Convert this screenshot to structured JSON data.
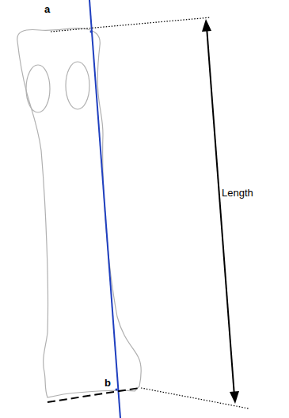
{
  "diagram": {
    "labels": [
      "a",
      "b",
      "Length"
    ]
  }
}
